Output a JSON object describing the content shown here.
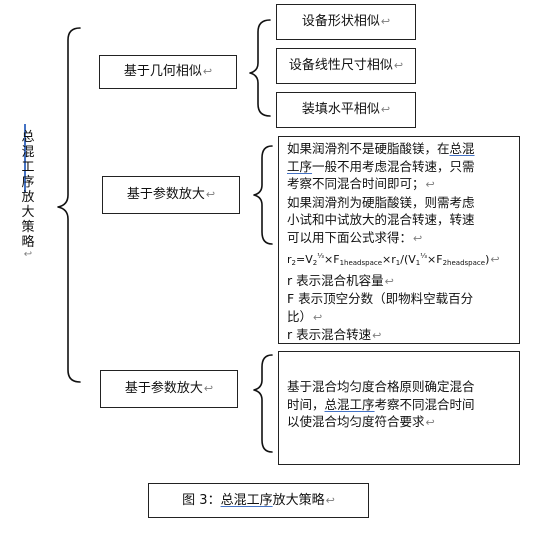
{
  "root": {
    "title_chars": [
      "总",
      "混",
      "工",
      "序",
      "放",
      "大",
      "策",
      "略"
    ],
    "para_mark": "↩"
  },
  "mid": {
    "geometry": "基于几何相似",
    "param1": "基于参数放大",
    "param2": "基于参数放大"
  },
  "leaf": {
    "shape": "设备形状相似",
    "linear": "设备线性尺寸相似",
    "fill": "装填水平相似"
  },
  "detail": {
    "l1a": "如果润滑剂不是硬脂酸镁，在",
    "l1b": "总混",
    "l2a": "工序",
    "l2b": "一般不用考虑混合转速，只需",
    "l3": "考察不同混合时间即可；",
    "l4": "如果润滑剂为硬脂酸镁，则需考虑",
    "l5": "小试和中试放大的混合转速，转速",
    "l6": "可以用下面公式求得：",
    "f_r2": "r",
    "f_r2_sub": "2",
    "f_eq": "=V",
    "f_v2_sub": "2",
    "f_v2_sup": "⅓",
    "f_times1": "×F",
    "f_f1_sub": "1headspace",
    "f_times2": "×r",
    "f_r1_sub": "1",
    "f_div": "/(V",
    "f_v1_sub": "1",
    "f_v1_sup": "⅓",
    "f_times3": "×F",
    "f_f2_sub": "2headspace",
    "f_close": ")",
    "d1": "r 表示混合机容量",
    "d2a": "F 表示顶空分数（即物料空载百分",
    "d2b": "比）",
    "d3": "r 表示混合转速"
  },
  "uniformity": {
    "l1": "基于混合均匀度合格原则确定混合",
    "l2a": "时间，",
    "l2b": "总混工序",
    "l2c": "考察不同混合时间",
    "l3": "以使混合均匀度符合要求"
  },
  "caption": {
    "prefix": "图 3：",
    "underlined": "总混工序",
    "suffix": "放大策略"
  },
  "colors": {
    "border": "#222222",
    "connector": "#111111",
    "underline": "#4472c4",
    "para_mark": "#7f7f7f"
  }
}
